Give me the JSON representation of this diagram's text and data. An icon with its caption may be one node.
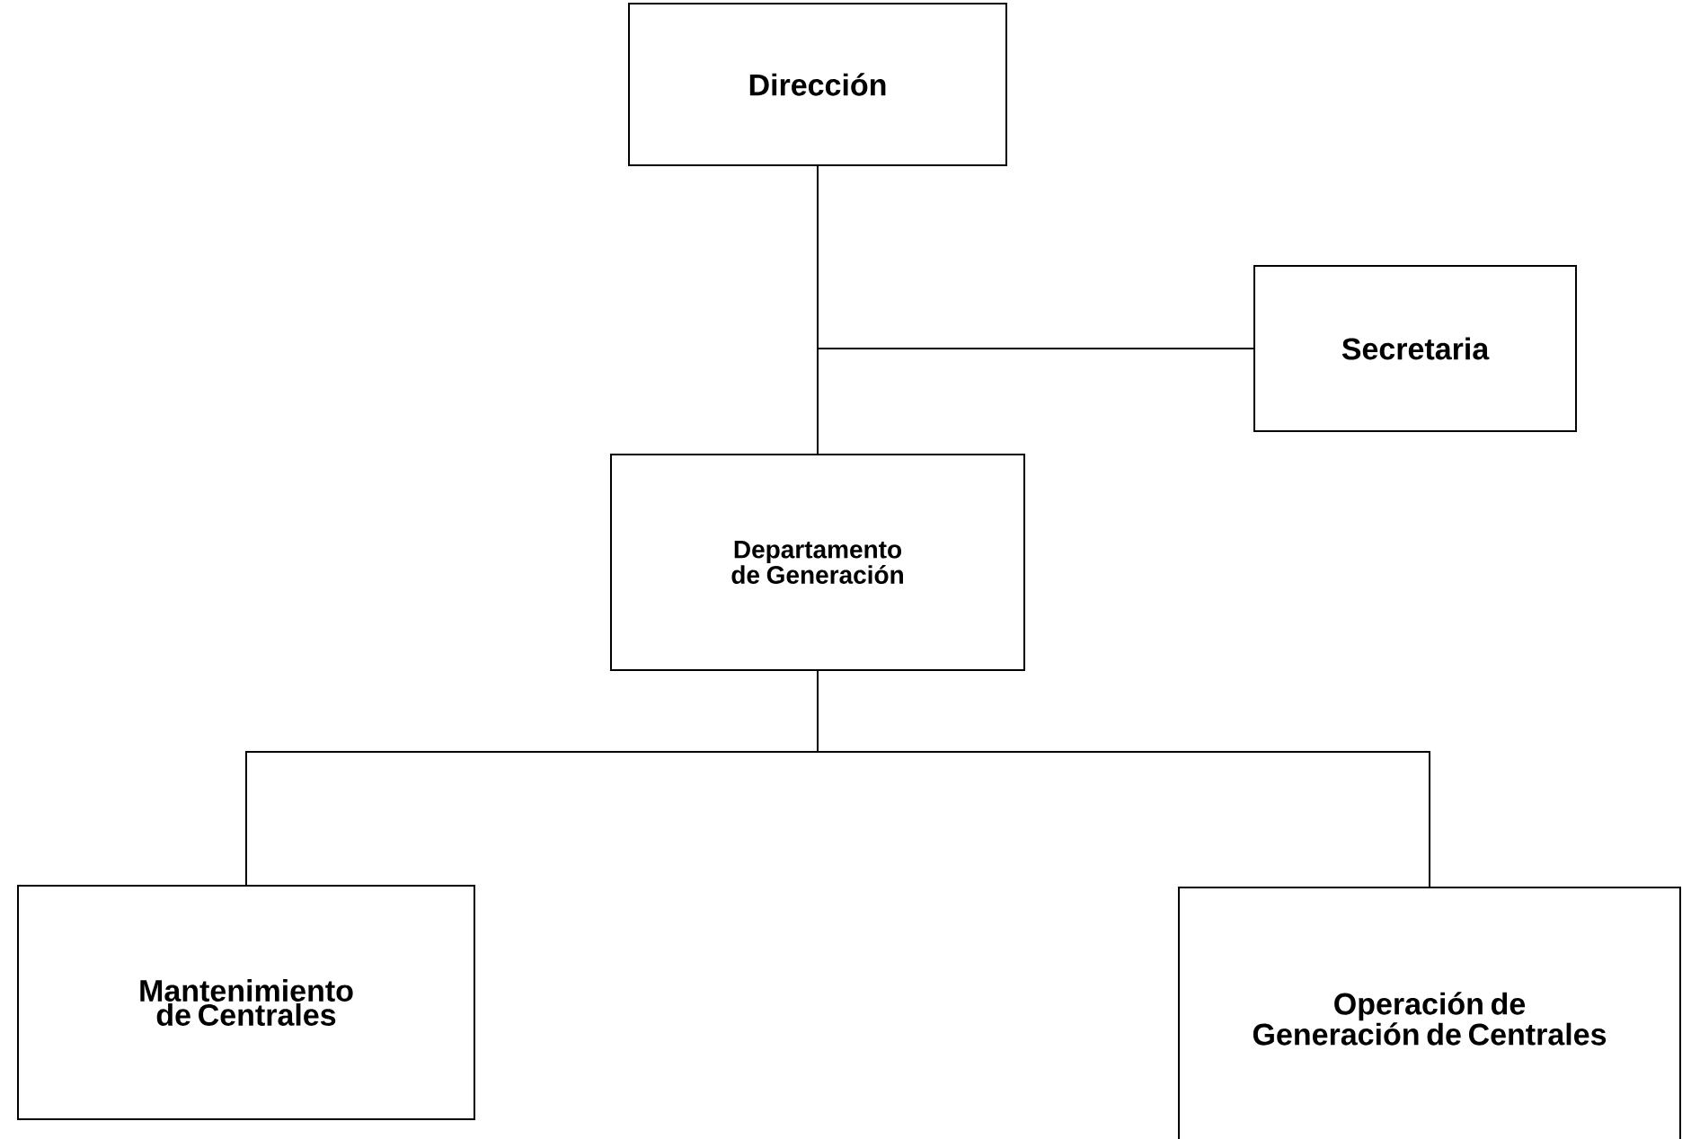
{
  "diagram": {
    "nodes": [
      {
        "text": [
          "Dirección"
        ]
      },
      {
        "text": [
          "Secretaria"
        ]
      },
      {
        "text": [
          "Departamento de Generación"
        ]
      },
      {
        "text": [
          "Mantenimiento de Centrales"
        ]
      },
      {
        "text": [
          "Operación de Generación de Centrales"
        ]
      }
    ],
    "edges": [
      {
        "from": 0,
        "to": 2,
        "arrow": "none"
      },
      {
        "from": 0,
        "to": 1,
        "arrow": "none"
      },
      {
        "from": 2,
        "to": 3,
        "arrow": "none"
      },
      {
        "from": 2,
        "to": 4,
        "arrow": "none"
      }
    ]
  }
}
